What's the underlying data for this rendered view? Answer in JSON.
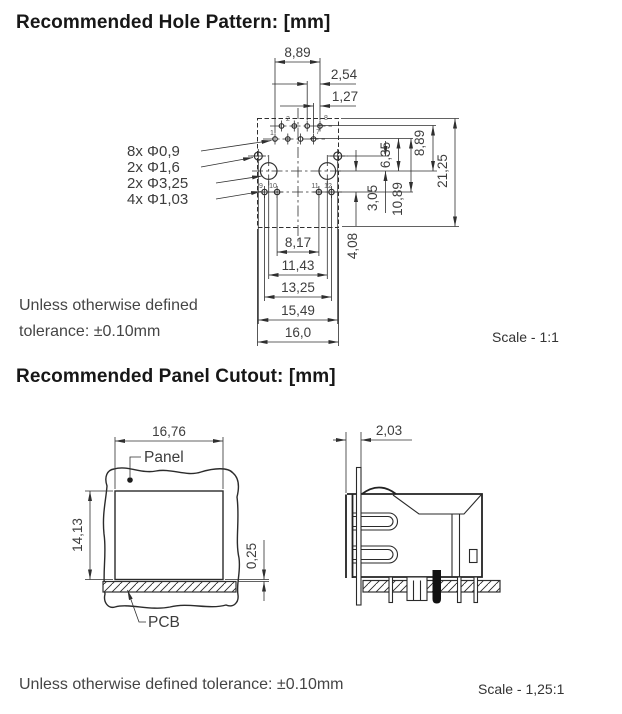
{
  "page": {
    "title1": "Recommended Hole Pattern: [mm]",
    "title2": "Recommended Panel Cutout: [mm]",
    "tolerance_line1": "Unless otherwise defined",
    "tolerance_line2": "tolerance: ±0.10mm",
    "tolerance_full": "Unless otherwise defined tolerance: ±0.10mm",
    "scale1": "Scale - 1:1",
    "scale2": "Scale - 1,25:1"
  },
  "colors": {
    "line": "#2f2f2f",
    "text": "#3d3d3d",
    "heading": "#171717"
  },
  "hole_pattern": {
    "callouts": [
      "8x Φ0,9",
      "2x Φ1,6",
      "2x Φ3,25",
      "4x Φ1,03"
    ],
    "dims": {
      "top_889": "8,89",
      "top_254": "2,54",
      "top_127": "1,27",
      "right_635": "6,35",
      "right_889": "8,89",
      "right_2125": "21,25",
      "right_305": "3,05",
      "right_1089": "10,89",
      "right_408": "4,08",
      "bottom_817": "8,17",
      "bottom_1143": "11,43",
      "bottom_1325": "13,25",
      "bottom_1549": "15,49",
      "bottom_160": "16,0"
    },
    "hole_numbers": [
      "1",
      "2",
      "7",
      "8",
      "9",
      "10",
      "11",
      "12"
    ]
  },
  "panel_cutout": {
    "front": {
      "width": "16,76",
      "height": "14,13",
      "gap": "0,25",
      "panel_label": "Panel",
      "pcb_label": "PCB"
    },
    "side": {
      "offset": "2,03"
    }
  }
}
